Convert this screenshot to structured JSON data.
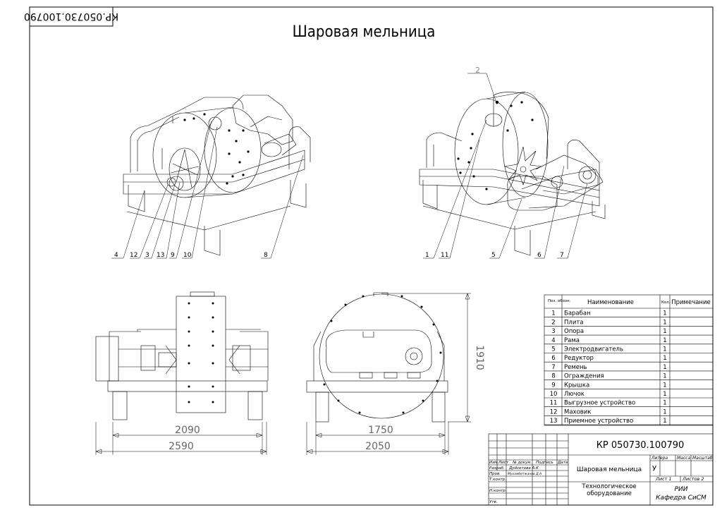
{
  "sheet_code_rotated": "КР.050730.100790",
  "title": "Шаровая мельница",
  "views": {
    "left_iso_callouts": [
      "4",
      "12",
      "3",
      "13",
      "9",
      "10",
      "8"
    ],
    "right_iso_callouts": [
      "1",
      "11",
      "5",
      "6",
      "7"
    ],
    "right_iso_top_label": "2",
    "front_dims": [
      "2090",
      "2590"
    ],
    "side_dims": [
      "1750",
      "2050",
      "1910"
    ]
  },
  "parts_table": {
    "headers": [
      "Поз. обозн.",
      "Наименование",
      "Кол.",
      "Примечание"
    ],
    "rows": [
      {
        "pos": "1",
        "name": "Барабан",
        "qty": "1"
      },
      {
        "pos": "2",
        "name": "Плита",
        "qty": "1"
      },
      {
        "pos": "3",
        "name": "Опора",
        "qty": "1"
      },
      {
        "pos": "4",
        "name": "Рама",
        "qty": "1"
      },
      {
        "pos": "5",
        "name": "Электродвигатель",
        "qty": "1"
      },
      {
        "pos": "6",
        "name": "Редуктор",
        "qty": "1"
      },
      {
        "pos": "7",
        "name": "Ремень",
        "qty": "1"
      },
      {
        "pos": "8",
        "name": "Ограждения",
        "qty": "1"
      },
      {
        "pos": "9",
        "name": "Крышка",
        "qty": "1"
      },
      {
        "pos": "10",
        "name": "Лючок",
        "qty": "1"
      },
      {
        "pos": "11",
        "name": "Выгрузное устройство",
        "qty": "1"
      },
      {
        "pos": "12",
        "name": "Маховик",
        "qty": "1"
      },
      {
        "pos": "13",
        "name": "Приемное устройство",
        "qty": "1"
      }
    ]
  },
  "stamp": {
    "doc_code": "КР 050730.100790",
    "col_headers": [
      "Изм.",
      "Лист",
      "№ докум.",
      "Подпись",
      "Дата"
    ],
    "roles": [
      "Разраб.",
      "Пров.",
      "Т.контр.",
      "Н.контр.",
      "Утв."
    ],
    "developer": "Дуйсетова А.К",
    "checker": "Мухамбетжанов Д.А",
    "product_name": "Шаровая мельница",
    "litera_header": "Литера",
    "mass_header": "Масса",
    "scale_header": "Масштаб",
    "litera_value": "У",
    "sheet_label": "Лист 1",
    "sheets_label": "Листов 2",
    "discipline": "Технологическое оборудование",
    "org_line1": "РИИ",
    "org_line2": "Кафедра СиСМ"
  }
}
